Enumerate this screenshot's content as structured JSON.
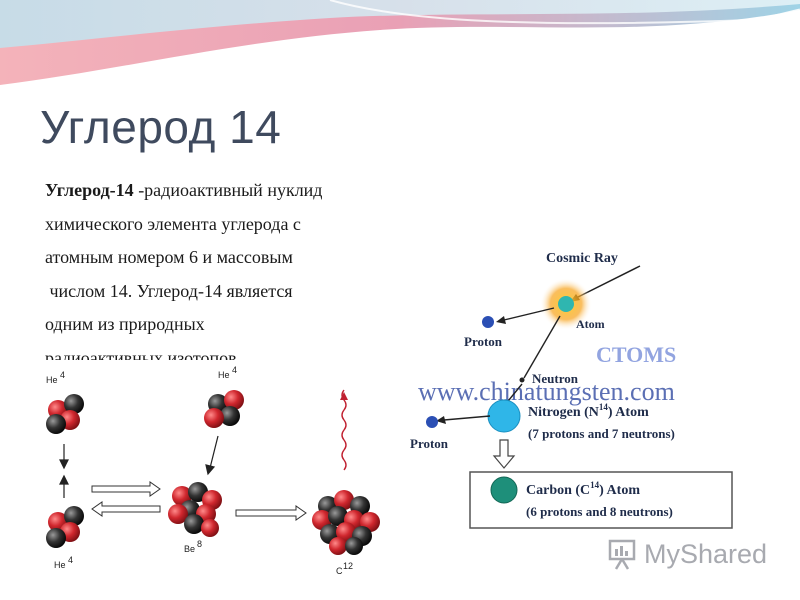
{
  "slide": {
    "title": "Углерод 14",
    "paragraph": {
      "bold_lead": "Углерод-14",
      "line1_rest": " -радиоактивный нуклид",
      "line2": "химического элемента углерода с",
      "line3": "атомным номером 6 и массовым",
      "line4": " числом 14. Углерод-14 является",
      "line5": "одним из природных",
      "line6": "радиоактивных изотопов."
    }
  },
  "fusion_figure": {
    "he4_top_left": "He",
    "he4_top_left_sup": "4",
    "he4_top_right": "He",
    "he4_top_right_sup": "4",
    "he4_bottom_left": "He",
    "he4_bottom_left_sup": "4",
    "be8": "Be",
    "be8_sup": "8",
    "c12": "C",
    "c12_sup": "12"
  },
  "c14_figure": {
    "cosmic_ray": "Cosmic Ray",
    "atom": "Atom",
    "proton_1": "Proton",
    "proton_2": "Proton",
    "neutron": "Neutron",
    "nitrogen_title_pre": "Nitrogen (N",
    "nitrogen_sup": "14",
    "nitrogen_title_post": ") Atom",
    "nitrogen_sub": "(7 protons and 7 neutrons)",
    "carbon_title_pre": "Carbon (C",
    "carbon_sup": "14",
    "carbon_title_post": ") Atom",
    "carbon_sub": "(6 protons and 8 neutrons)",
    "watermark": "www.chinatungsten.com",
    "ctoms_mark": "CTOMS"
  },
  "footer": {
    "logo_text": "MyShared"
  },
  "colors": {
    "title": "#3f4a5e",
    "proton_red": "#c8252b",
    "neutron_dark": "#2a2a2a",
    "nitrogen_cyan": "#2fb6e8",
    "carbon_teal": "#1e8f7a",
    "proton_blue": "#2b4fb4"
  }
}
